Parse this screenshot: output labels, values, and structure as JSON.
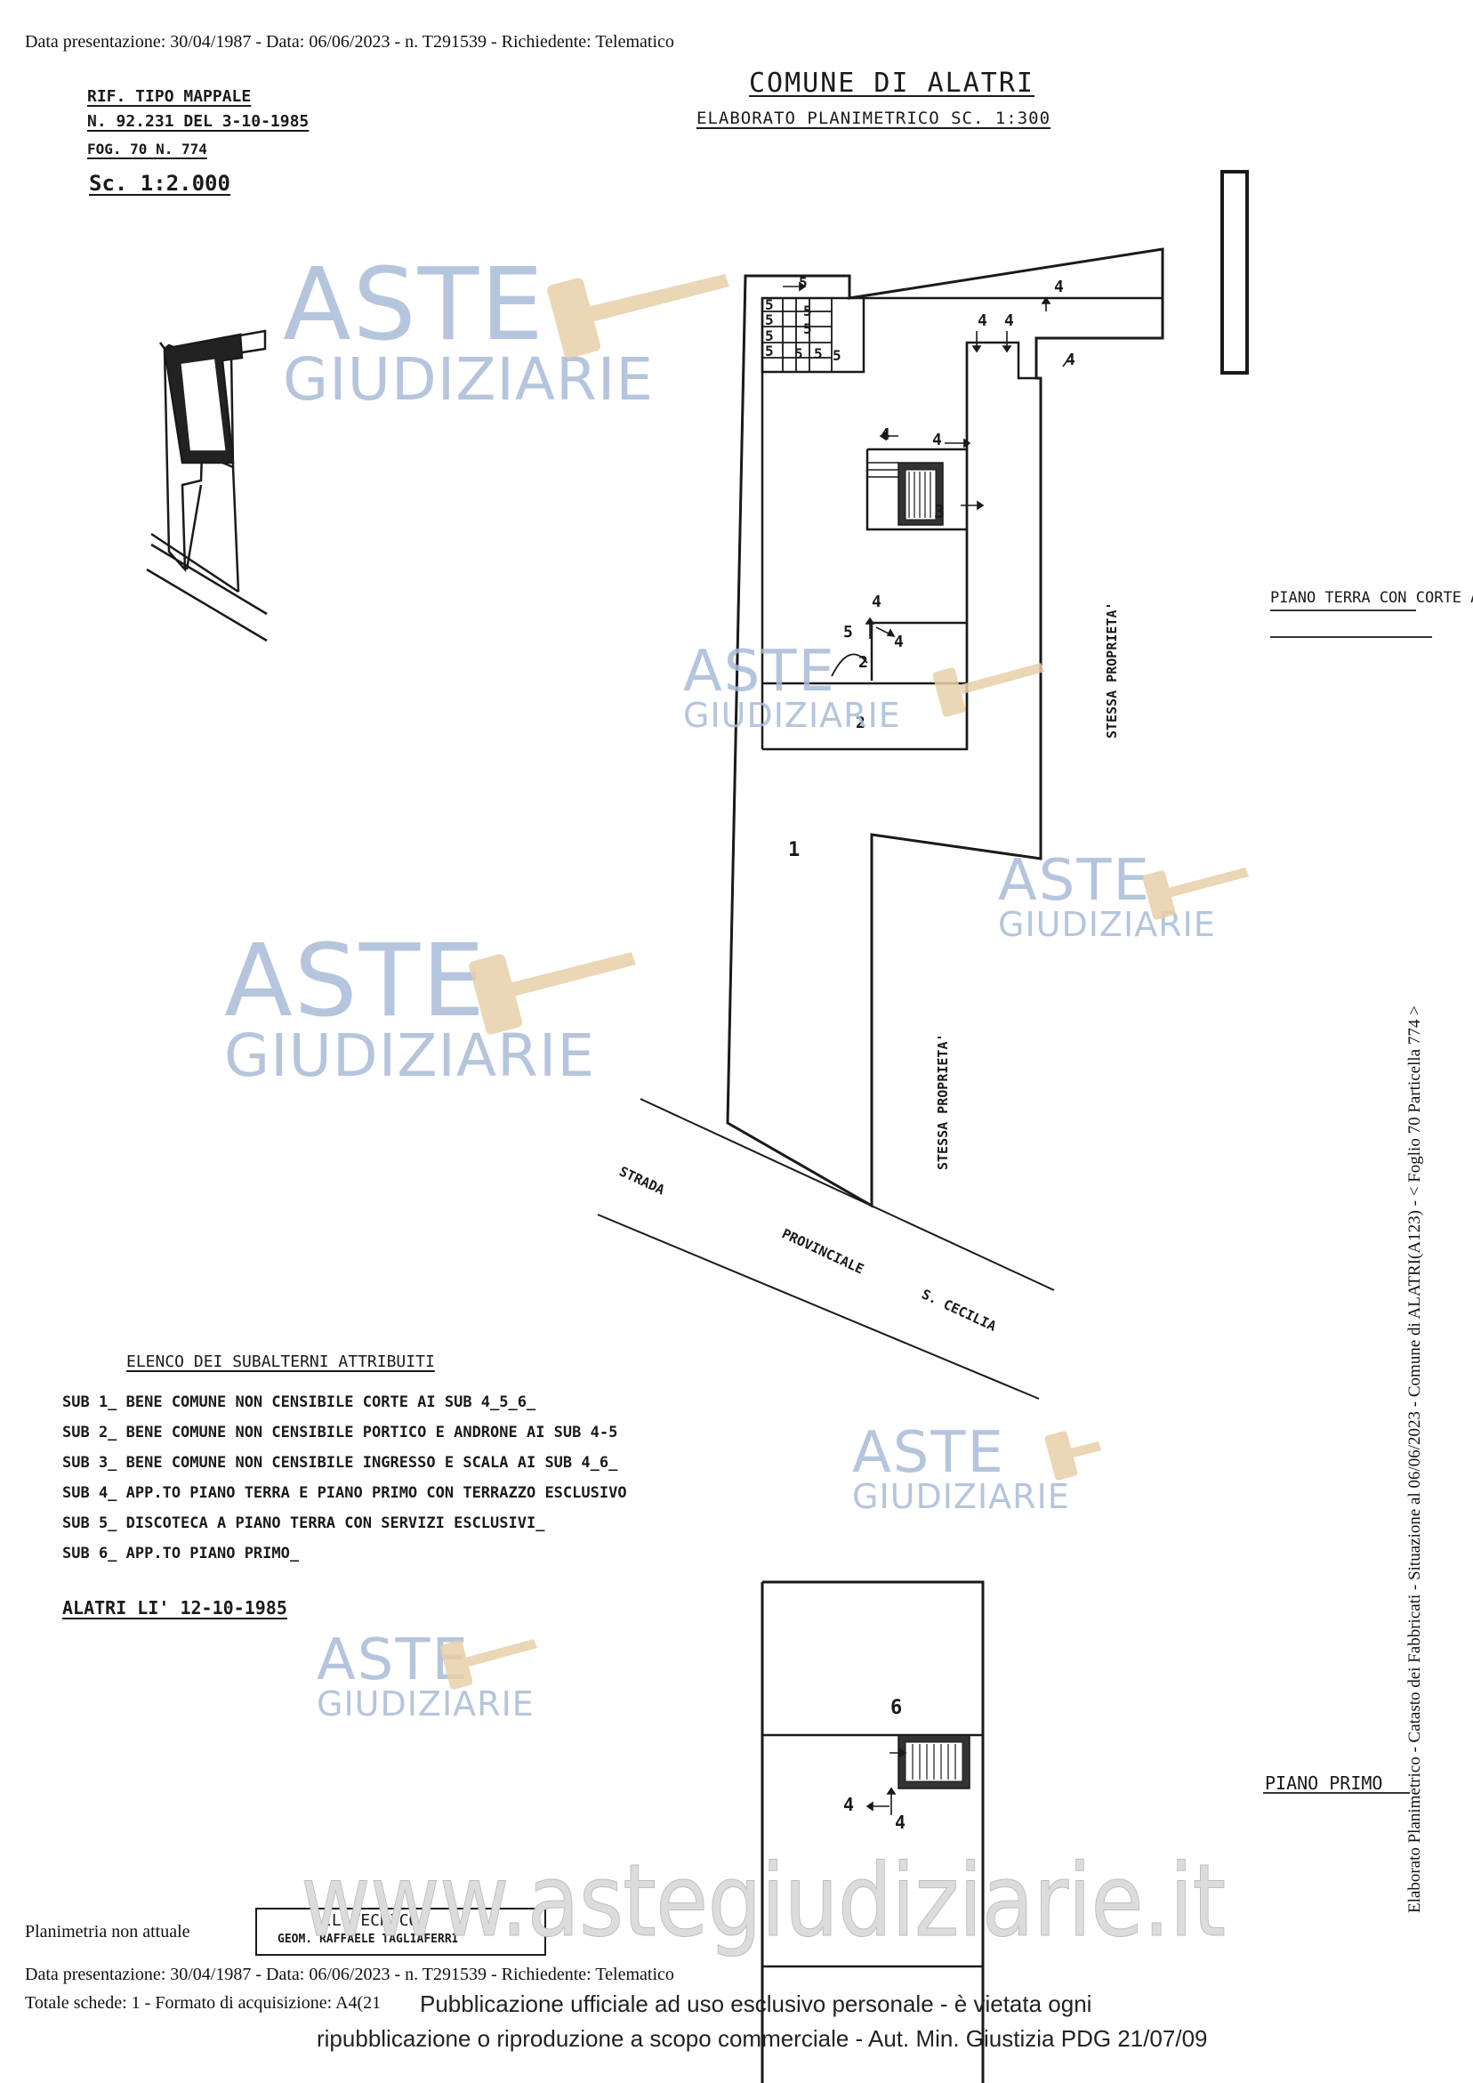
{
  "header": {
    "line": "Data presentazione: 30/04/1987 - Data: 06/06/2023 - n. T291539 - Richiedente: Telematico"
  },
  "title": {
    "comune": "COMUNE DI ALATRI",
    "elaborato": "ELABORATO PLANIMETRICO Sc. 1:300"
  },
  "reference": {
    "line1": "RIF. TIPO MAPPALE",
    "line2": "N. 92.231 DEL 3-10-1985",
    "line3": "FOG. 70 N. 774",
    "line4": "Sc. 1:2.000"
  },
  "watermark": {
    "brand_top": "ASTE",
    "brand_bottom": "GIUDIZIARIE",
    "site": "www.astegiudiziarie.it"
  },
  "plan": {
    "piano_terra": "PIANO TERRA CON CORTE ANNESSA",
    "piano_primo": "PIANO PRIMO",
    "stessa_proprieta": "STESSA PROPRIETA'",
    "strada": [
      "STRADA",
      "PROVINCIALE",
      "S. CECILIA"
    ],
    "numbers": [
      "1",
      "2",
      "3",
      "4",
      "5",
      "6"
    ]
  },
  "subalterni": {
    "title": "ELENCO DEI SUBALTERNI ATTRIBUITI",
    "items": [
      "SUB 1_ BENE COMUNE NON CENSIBILE CORTE AI SUB 4_5_6_",
      "SUB 2_ BENE COMUNE NON CENSIBILE PORTICO E ANDRONE AI SUB 4-5",
      "SUB 3_ BENE COMUNE NON CENSIBILE INGRESSO E SCALA AI SUB 4_6_",
      "SUB 4_ APP.TO PIANO TERRA E PIANO PRIMO CON TERRAZZO ESCLUSIVO",
      "SUB 5_ DISCOTECA A PIANO TERRA CON SERVIZI ESCLUSIVI_",
      "SUB 6_ APP.TO PIANO PRIMO_"
    ],
    "date": "ALATRI LI' 12-10-1985"
  },
  "tecnico": {
    "line1": "IL TECNICO",
    "line2": "GEOM. RAFFAELE TAGLIAFERRI"
  },
  "side_text": "Elaborato Planimetrico - Catasto dei Fabbricati - Situazione al 06/06/2023 - Comune di ALATRI(A123) - < Foglio 70 Particella 774 >",
  "footer": {
    "planimetria": "Planimetria non attuale",
    "line1": "Data presentazione: 30/04/1987 - Data: 06/06/2023 - n. T291539 - Richiedente: Telematico",
    "line2_left": "Totale schede: 1 - Formato di acquisizione: A4(21",
    "line2_overlay": "Pubblicazione ufficiale ad uso esclusivo personale - è vietata ogni",
    "line3": "ripubblicazione o riproduzione a scopo commerciale - Aut. Min. Giustizia PDG 21/07/09"
  }
}
